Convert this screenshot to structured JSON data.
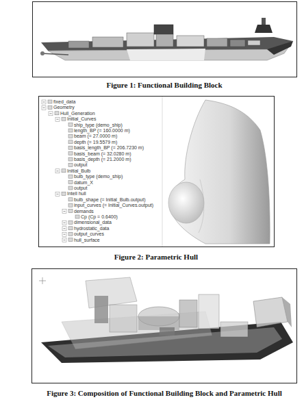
{
  "diagram": {
    "labels": [
      "Figure 1: Functional Building Block",
      "fixed_data",
      "Geometry",
      "Hull_Generation",
      "Initial_Curves",
      "ship_type (demo_ship)",
      "length_BP (= 160.0000 m)",
      "beam (= 27.0000 m)",
      "depth (= 19.5579 m)",
      "basis_length_BP (= 206.7230 m)",
      "basis_beam (= 32.0280 m)",
      "basis_depth (= 21.2000 m)",
      "output",
      "Initial_Bulb",
      "bulb_type (demo_ship)",
      "datum_X",
      "output",
      "Intell hull",
      "bulb_shape (= Initial_Bulb.output)",
      "input_curves (= Initial_Curves.output)",
      "demands",
      "Cp (Cp = 0.6400)",
      "dimensional_data",
      "hydrostatic_data",
      "output_curves",
      "hull_surface",
      "Figure 2: Parametric Hull",
      "Figure 3: Composition of Functional Building Block and Parametric Hull"
    ]
  }
}
